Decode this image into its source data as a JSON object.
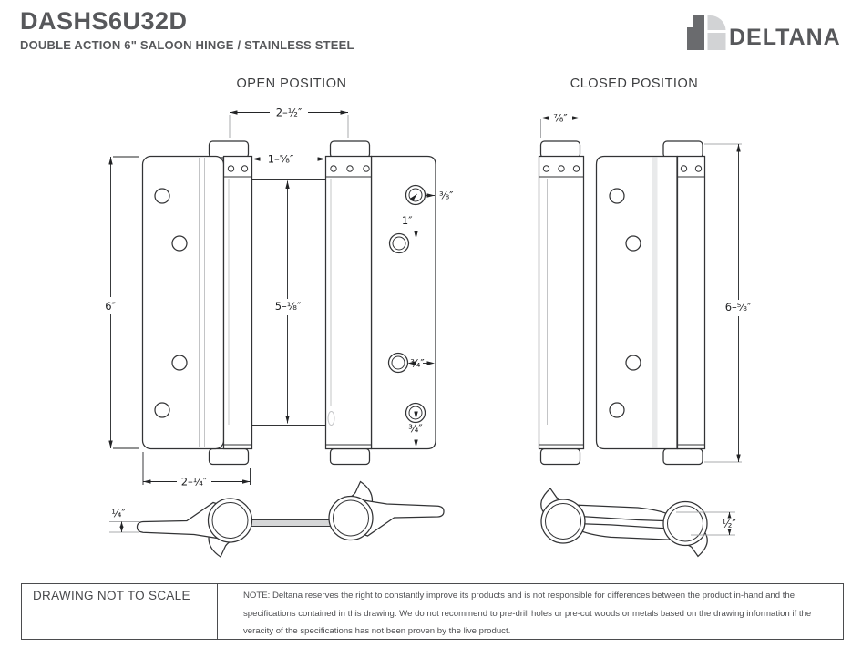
{
  "header": {
    "product_code": "DASHS6U32D",
    "product_description": "DOUBLE ACTION 6\" SALOON HINGE / STAINLESS STEEL",
    "brand": "DELTANA"
  },
  "brand_colors": {
    "logo_dark": "#6a6b6e",
    "logo_light": "#d2d3d5",
    "heading_gray": "#57585b"
  },
  "open_view": {
    "title": "OPEN POSITION",
    "dims": {
      "knuckle_span": "2–½″",
      "leaf_gap": "1–⅝″",
      "hinge_height": "6″",
      "inner_height": "5–⅛″",
      "top_hole_offset": "⅜″",
      "hole_spacing": "1″",
      "side_hole_offset": "¾″",
      "bottom_hole_offset": "¾″",
      "leaf_width": "2–¼″",
      "leaf_thickness": "¼″"
    }
  },
  "closed_view": {
    "title": "CLOSED POSITION",
    "dims": {
      "barrel_width": "⅞″",
      "overall_height": "6–⅝″",
      "folded_thickness": "½″"
    }
  },
  "footer": {
    "scale_note": "DRAWING NOT TO SCALE",
    "disclaimer": "NOTE: Deltana reserves the right to constantly improve its products and is not responsible for differences between the product in-hand and the specifications contained in this drawing. We do not recommend to pre-drill holes or pre-cut woods or metals based on the drawing information if the veracity of the specifications has not been proven by the live product."
  }
}
